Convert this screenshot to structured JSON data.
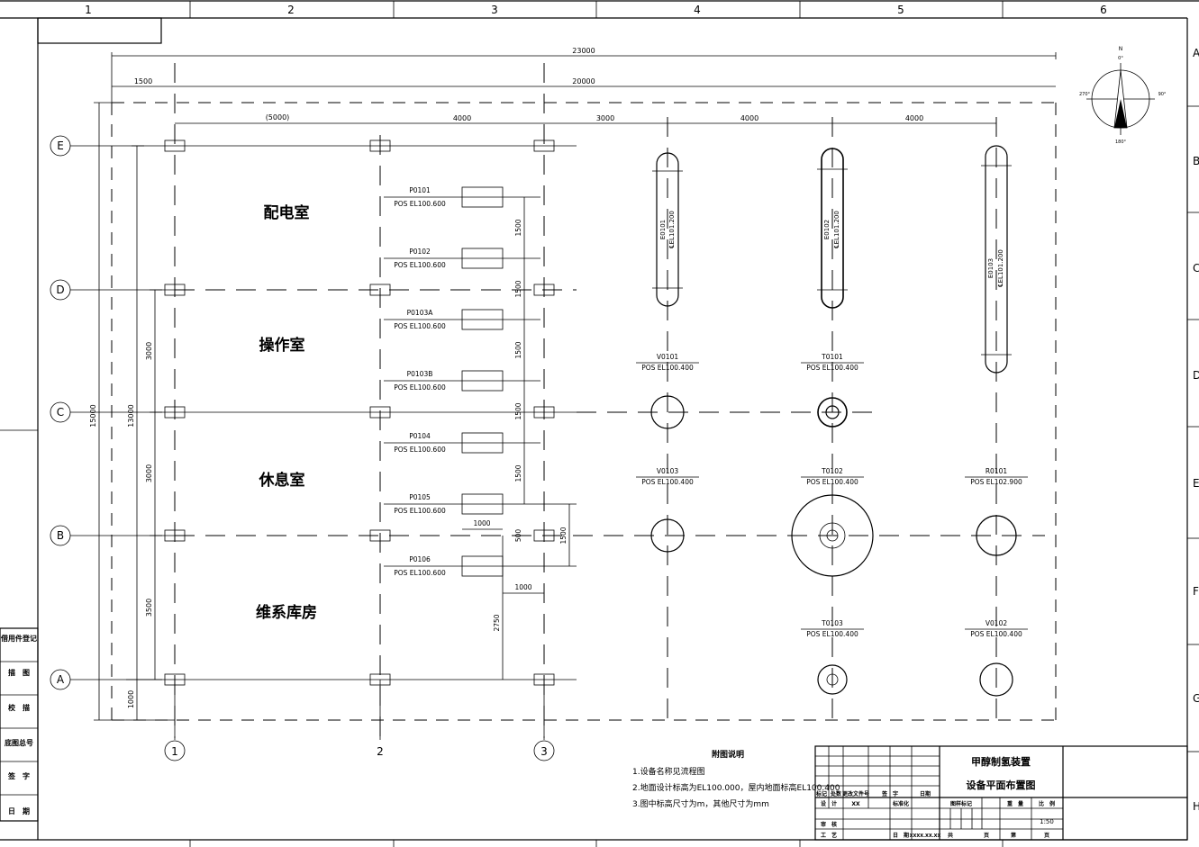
{
  "frame": {
    "cols": [
      "1",
      "2",
      "3",
      "4",
      "5",
      "6"
    ],
    "rows": [
      "A",
      "B",
      "C",
      "D",
      "E",
      "F",
      "G",
      "H"
    ]
  },
  "compass": {
    "n": "N",
    "deg0": "0°",
    "deg90": "90°",
    "deg180": "180°",
    "deg270": "270°"
  },
  "dims": {
    "overall": "23000",
    "left_margin": "1500",
    "span": "20000",
    "d5000": "(5000)",
    "d4000a": "4000",
    "d3000": "3000",
    "d4000b": "4000",
    "d4000c": "4000",
    "v15000": "15000",
    "v13000": "13000",
    "v3000a": "3000",
    "v3000b": "3000",
    "v3500": "3500",
    "v1000": "1000",
    "p1500a": "1500",
    "p1500b": "1500",
    "p1500c": "1500",
    "p1500d": "1500",
    "p1500e": "1500",
    "p500": "500",
    "p1500f": "1500",
    "h1000a": "1000",
    "h1000b": "1000",
    "v2750": "2750"
  },
  "axes": {
    "E": "E",
    "D": "D",
    "C": "C",
    "B": "B",
    "A": "A",
    "c1": "1",
    "c2": "2",
    "c3": "3"
  },
  "rooms": {
    "r1": "配电室",
    "r2": "操作室",
    "r3": "休息室",
    "r4": "维系库房"
  },
  "pumps": [
    {
      "tag": "P0101",
      "pos": "POS EL100.600"
    },
    {
      "tag": "P0102",
      "pos": "POS EL100.600"
    },
    {
      "tag": "P0103A",
      "pos": "POS EL100.600"
    },
    {
      "tag": "P0103B",
      "pos": "POS EL100.600"
    },
    {
      "tag": "P0104",
      "pos": "POS EL100.600"
    },
    {
      "tag": "P0105",
      "pos": "POS EL100.600"
    },
    {
      "tag": "P0106",
      "pos": "POS EL100.600"
    }
  ],
  "exchangers": [
    {
      "tag": "E0101",
      "el": "℄EL101.200"
    },
    {
      "tag": "E0102",
      "el": "℄EL101.200"
    },
    {
      "tag": "E0103",
      "el": "℄EL101.200"
    }
  ],
  "vessels": [
    {
      "tag": "V0101",
      "pos": "POS EL100.400"
    },
    {
      "tag": "T0101",
      "pos": "POS EL100.400"
    },
    {
      "tag": "V0103",
      "pos": "POS EL100.400"
    },
    {
      "tag": "T0102",
      "pos": "POS EL100.400"
    },
    {
      "tag": "R0101",
      "pos": "POS EL102.900"
    },
    {
      "tag": "T0103",
      "pos": "POS EL100.400"
    },
    {
      "tag": "V0102",
      "pos": "POS EL100.400"
    }
  ],
  "notes": {
    "title": "附图说明",
    "n1": "1.设备名称见流程图",
    "n2": "2.地面设计标高为EL100.000，屋内地面标高EL100.400",
    "n3": "3.图中标高尺寸为m，其他尺寸为mm"
  },
  "left_table": [
    "借用件登记",
    "描　图",
    "校　描",
    "底图总号",
    "签　字",
    "日　期"
  ],
  "title_block": {
    "t1": "甲醇制氢装置",
    "t2": "设备平面布置图",
    "h1": "标记",
    "h2": "处数",
    "h3": "更改文件号",
    "h4": "签　字",
    "h5": "日期",
    "design": "设　计",
    "xx": "XX",
    "std": "标准化",
    "check": "审　核",
    "craft": "工　艺",
    "date": "日　期",
    "datev": "XXXX.XX.XX",
    "graph": "图样标记",
    "weight": "重　量",
    "scale": "比　例",
    "scalev": "1:50",
    "total": "共",
    "page": "页",
    "sheet": "第",
    "page2": "页"
  }
}
